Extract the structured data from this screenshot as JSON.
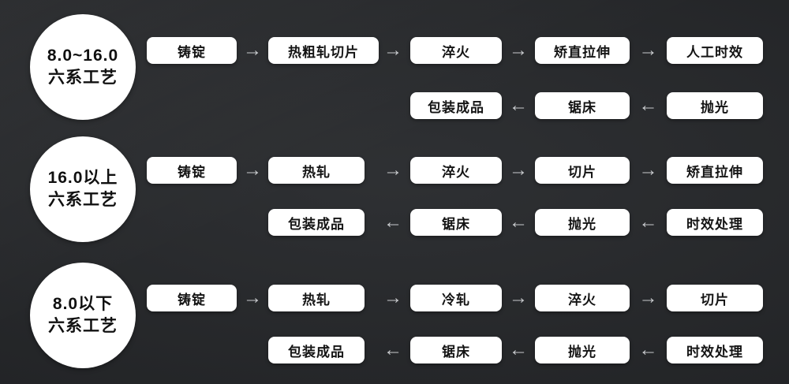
{
  "colors": {
    "background": "#27292c",
    "box_background": "#ffffff",
    "box_text": "#141414",
    "arrow": "#c9cbce"
  },
  "arrows": {
    "right": "→",
    "left": "←"
  },
  "rows": [
    {
      "circle": {
        "line1": "8.0~16.0",
        "line2": "六系工艺"
      },
      "top_steps": [
        "铸锭",
        "热粗轧切片",
        "淬火",
        "矫直拉伸",
        "人工时效"
      ],
      "bottom_steps": [
        "包装成品",
        "锯床",
        "抛光"
      ]
    },
    {
      "circle": {
        "line1": "16.0以上",
        "line2": "六系工艺"
      },
      "top_steps": [
        "铸锭",
        "热轧",
        "淬火",
        "切片",
        "矫直拉伸"
      ],
      "bottom_steps": [
        "包装成品",
        "锯床",
        "抛光",
        "时效处理"
      ]
    },
    {
      "circle": {
        "line1": "8.0以下",
        "line2": "六系工艺"
      },
      "top_steps": [
        "铸锭",
        "热轧",
        "冷轧",
        "淬火",
        "切片"
      ],
      "bottom_steps": [
        "包装成品",
        "锯床",
        "抛光",
        "时效处理"
      ]
    }
  ]
}
